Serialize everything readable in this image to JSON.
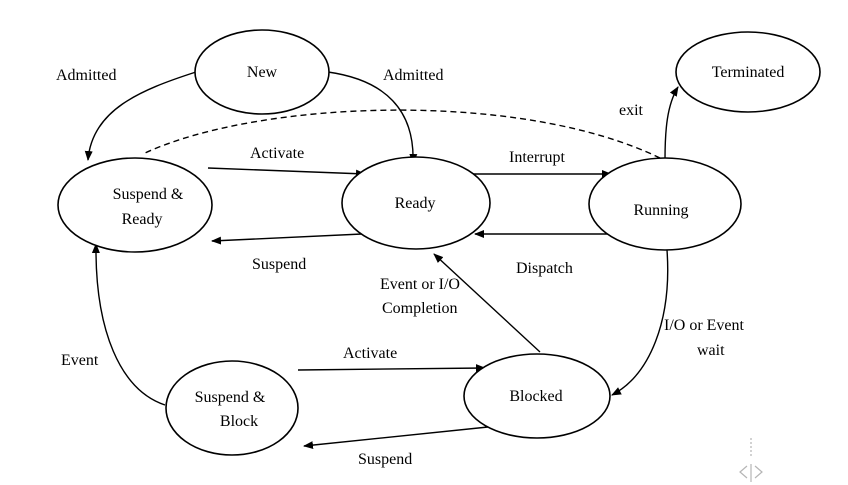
{
  "states": {
    "new": "New",
    "terminated": "Terminated",
    "suspend_ready_line1": "Suspend &",
    "suspend_ready_line2": "Ready",
    "ready": "Ready",
    "running": "Running",
    "suspend_block_line1": "Suspend &",
    "suspend_block_line2": "Block",
    "blocked": "Blocked"
  },
  "transitions": {
    "admitted_left": "Admitted",
    "admitted_right": "Admitted",
    "exit": "exit",
    "activate_top": "Activate",
    "interrupt": "Interrupt",
    "suspend_mid": "Suspend",
    "dispatch": "Dispatch",
    "event_io_line1": "Event or I/O",
    "event_io_line2": "Completion",
    "io_event_wait_line1": "I/O or Event",
    "io_event_wait_line2": "wait",
    "event": "Event",
    "activate_bottom": "Activate",
    "suspend_bottom": "Suspend"
  },
  "colors": {
    "stroke": "#000000",
    "background": "#ffffff"
  },
  "icons": {
    "corner_nav": "nav-arrows-icon"
  }
}
